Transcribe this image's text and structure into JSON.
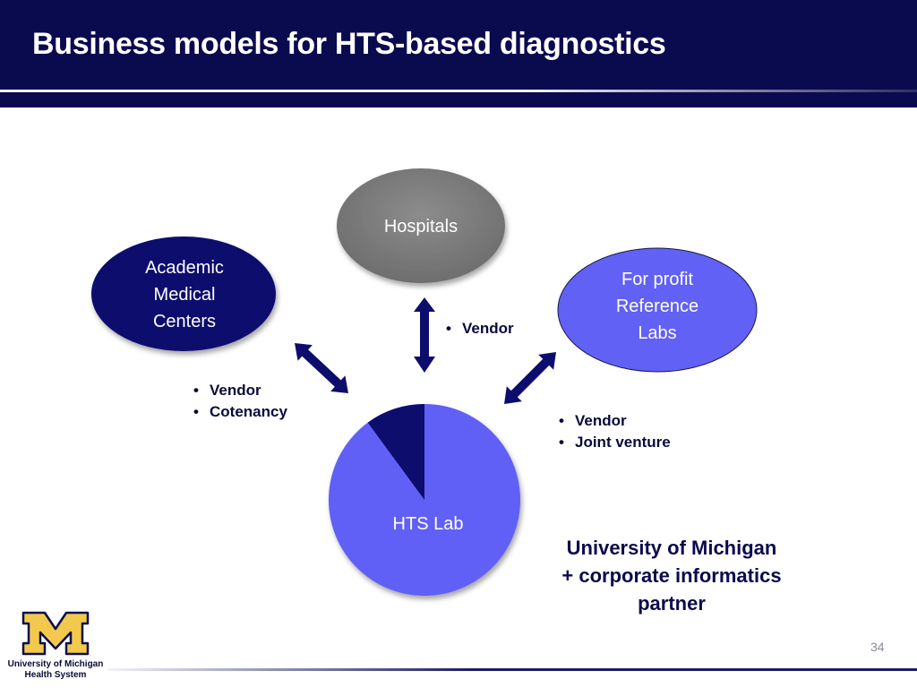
{
  "slide": {
    "title": "Business models for HTS-based diagnostics",
    "page_number": "34"
  },
  "nodes": {
    "hospitals": "Hospitals",
    "academic": [
      "Academic",
      "Medical",
      "Centers"
    ],
    "for_profit": [
      "For profit",
      "Reference",
      "Labs"
    ],
    "hts_lab": "HTS Lab"
  },
  "relationships": {
    "hospitals": [
      "Vendor"
    ],
    "academic": [
      "Vendor",
      "Cotenancy"
    ],
    "for_profit": [
      "Vendor",
      "Joint venture"
    ]
  },
  "partner_note": [
    "University of Michigan",
    "+ corporate informatics",
    "partner"
  ],
  "logo": {
    "letter": "M",
    "line1": "University of Michigan",
    "line2": "Health System"
  },
  "colors": {
    "header_bg": "#0a0a4e",
    "navy": "#0d0d6e",
    "gray": "#808080",
    "periwinkle": "#6060f6",
    "maize": "#f2c94c"
  }
}
